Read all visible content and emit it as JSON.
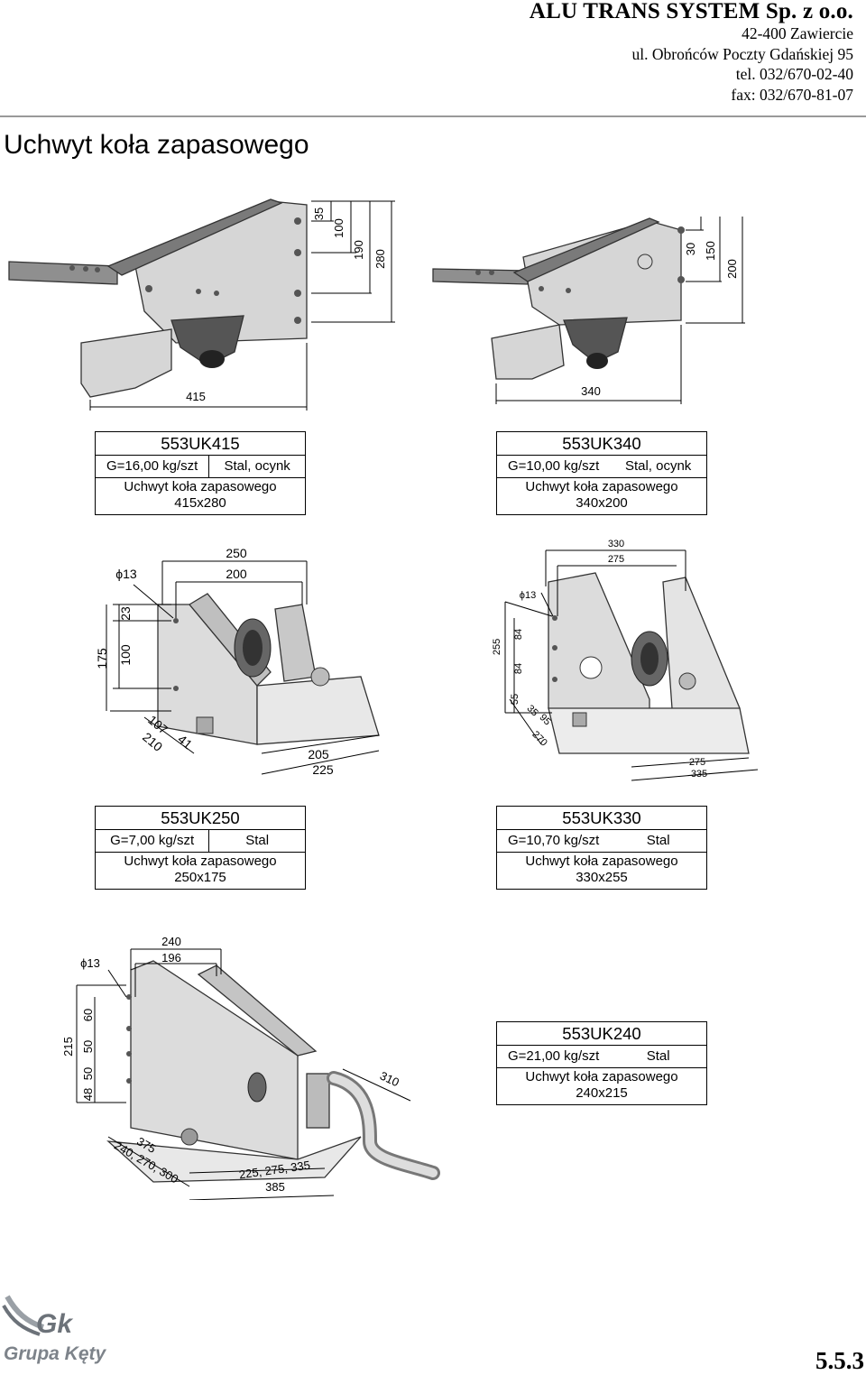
{
  "company": {
    "name": "ALU TRANS SYSTEM Sp. z o.o.",
    "city": "42-400 Zawiercie",
    "street": "ul. Obrońców Poczty Gdańskiej 95",
    "tel": "tel. 032/670-02-40",
    "fax": "fax: 032/670-81-07"
  },
  "page_title": "Uchwyt koła zapasowego",
  "products": [
    {
      "code": "553UK415",
      "weight": "G=16,00 kg/szt",
      "material": "Stal, ocynk",
      "desc": "Uchwyt koła zapasowego",
      "size": "415x280",
      "dims": [
        "35",
        "100",
        "190",
        "280",
        "415"
      ]
    },
    {
      "code": "553UK340",
      "weight": "G=10,00 kg/szt",
      "material": "Stal, ocynk",
      "desc": "Uchwyt koła zapasowego",
      "size": "340x200",
      "dims": [
        "30",
        "150",
        "200",
        "340"
      ]
    },
    {
      "code": "553UK250",
      "weight": "G=7,00 kg/szt",
      "material": "Stal",
      "desc": "Uchwyt koła zapasowego",
      "size": "250x175",
      "dims": [
        "250",
        "200",
        "ϕ13",
        "23",
        "100",
        "175",
        "107",
        "210",
        "41",
        "205",
        "225"
      ]
    },
    {
      "code": "553UK330",
      "weight": "G=10,70 kg/szt",
      "material": "Stal",
      "desc": "Uchwyt koła zapasowego",
      "size": "330x255",
      "dims": [
        "330",
        "275",
        "ϕ13",
        "84",
        "84",
        "255",
        "55",
        "35",
        "95",
        "270",
        "275",
        "335"
      ]
    },
    {
      "code": "553UK240",
      "weight": "G=21,00 kg/szt",
      "material": "Stal",
      "desc": "Uchwyt koła zapasowego",
      "size": "240x215",
      "dims": [
        "240",
        "196",
        "ϕ13",
        "60",
        "50",
        "50",
        "48",
        "215",
        "310",
        "375",
        "240, 270, 300",
        "225, 275, 335",
        "385"
      ]
    }
  ],
  "logo": {
    "mark": "Gk",
    "text": "Grupa Kęty"
  },
  "page_number": "5.5.3"
}
